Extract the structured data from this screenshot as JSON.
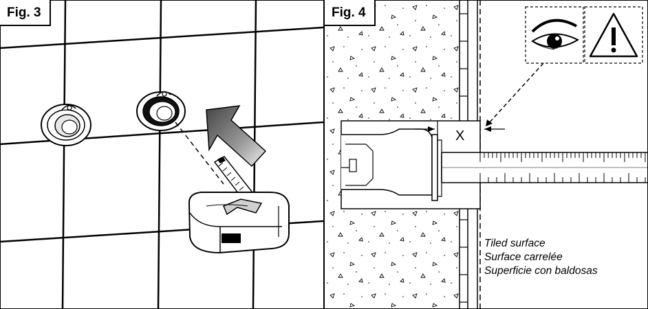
{
  "fig3": {
    "label": "Fig. 3"
  },
  "fig4": {
    "label": "Fig. 4",
    "dimension_label": "X",
    "caption": [
      "Tiled surface",
      "Surface carrelée",
      "Superficie con baldosas"
    ],
    "icons": [
      "eye-icon",
      "warning-triangle-icon"
    ]
  }
}
